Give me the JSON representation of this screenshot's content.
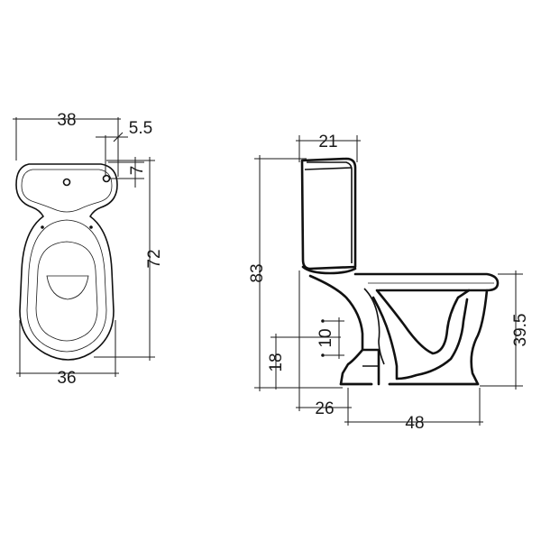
{
  "top_view": {
    "width_top": "38",
    "hole_offset": "5.5",
    "hole_spacing": "7",
    "length": "72",
    "width_bottom": "36"
  },
  "side_view": {
    "tank_depth": "21",
    "total_height": "83",
    "bowl_height": "39.5",
    "outlet_height": "18",
    "outlet_diameter": "10",
    "outlet_offset": "26",
    "total_depth": "48"
  }
}
